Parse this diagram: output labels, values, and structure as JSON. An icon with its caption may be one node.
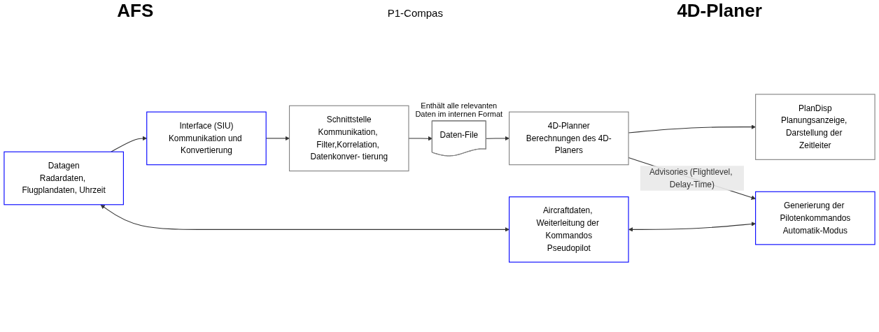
{
  "diagram": {
    "nodes": [
      {
        "text": [
          "Datagen",
          "Radardaten, Flugplandaten, Uhrzeit"
        ]
      },
      {
        "text": [
          "Interface (SIU)",
          "Kommunikation und Konvertierung"
        ]
      },
      {
        "text": [
          "Schnittstelle",
          "Kommunikation, Filter,Korrelation, Datenkonver- tierung"
        ]
      },
      {
        "text": [
          "Daten-File"
        ],
        "beside": [
          "Enthält alle relevanten Daten im internen Format"
        ]
      },
      {
        "text": [
          "4D-Planner",
          "Berechnungen des 4D-Planers"
        ]
      },
      {
        "text": [
          "PlanDisp",
          "Planungsanzeige, Darstellung der Zeitleiter"
        ]
      },
      {
        "text": [
          "Aircraftdaten, Weiterleitung der Kommandos",
          "Pseudopilot"
        ]
      },
      {
        "text": [
          "Generierung der Pilotenkommandos",
          "Automatik-Modus"
        ]
      }
    ],
    "edges": [
      {
        "from": 0,
        "to": 1,
        "arrow": "to"
      },
      {
        "from": 1,
        "to": 2,
        "arrow": "to"
      },
      {
        "from": 2,
        "to": 3,
        "arrow": "to"
      },
      {
        "from": 3,
        "to": 4,
        "arrow": "to"
      },
      {
        "from": 4,
        "to": 5,
        "arrow": "to"
      },
      {
        "from": 0,
        "to": 6,
        "arrow": "both"
      },
      {
        "from": 6,
        "to": 7,
        "arrow": "both"
      },
      {
        "from": 4,
        "to": 7,
        "arrow": "to",
        "label": "Advisories (Flightlevel, Delay-Time)"
      }
    ],
    "labels": [
      "AFS",
      "P1-Compas",
      "4D-Planer"
    ]
  }
}
